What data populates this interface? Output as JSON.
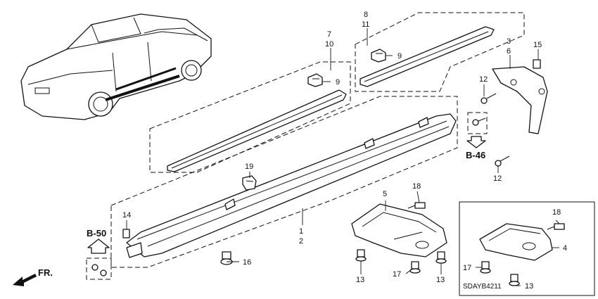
{
  "callouts": {
    "c1": "1",
    "c2": "2",
    "c3": "3",
    "c4": "4",
    "c5": "5",
    "c6": "6",
    "c7": "7",
    "c8": "8",
    "c9a": "9",
    "c9b": "9",
    "c10": "10",
    "c11": "11",
    "c12a": "12",
    "c12b": "12",
    "c13a": "13",
    "c13b": "13",
    "c13c": "13",
    "c14": "14",
    "c15": "15",
    "c16": "16",
    "c17a": "17",
    "c17b": "17",
    "c18a": "18",
    "c18b": "18",
    "c19": "19"
  },
  "references": {
    "b46": "B-46",
    "b50": "B-50"
  },
  "front_label": "FR.",
  "diagram_code": "SDAYB4211"
}
